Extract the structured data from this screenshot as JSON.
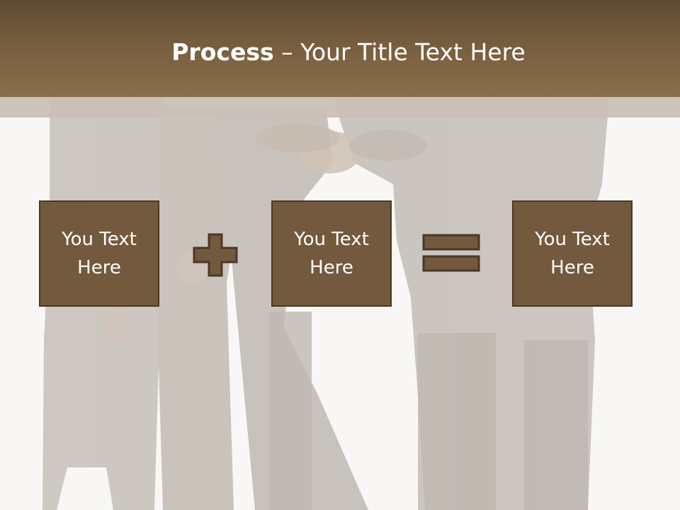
{
  "title": {
    "bold": "Process",
    "dash": " – ",
    "rest": "Your Title Text Here"
  },
  "boxes": [
    {
      "label": "You Text Here"
    },
    {
      "label": "You Text Here"
    },
    {
      "label": "You Text Here"
    }
  ],
  "operators": {
    "first": "plus-icon",
    "second": "equals-icon"
  },
  "colors": {
    "header": "#7b6141",
    "box_fill": "#73593d",
    "box_border": "#4a3826",
    "background": "#f8f7f5"
  }
}
